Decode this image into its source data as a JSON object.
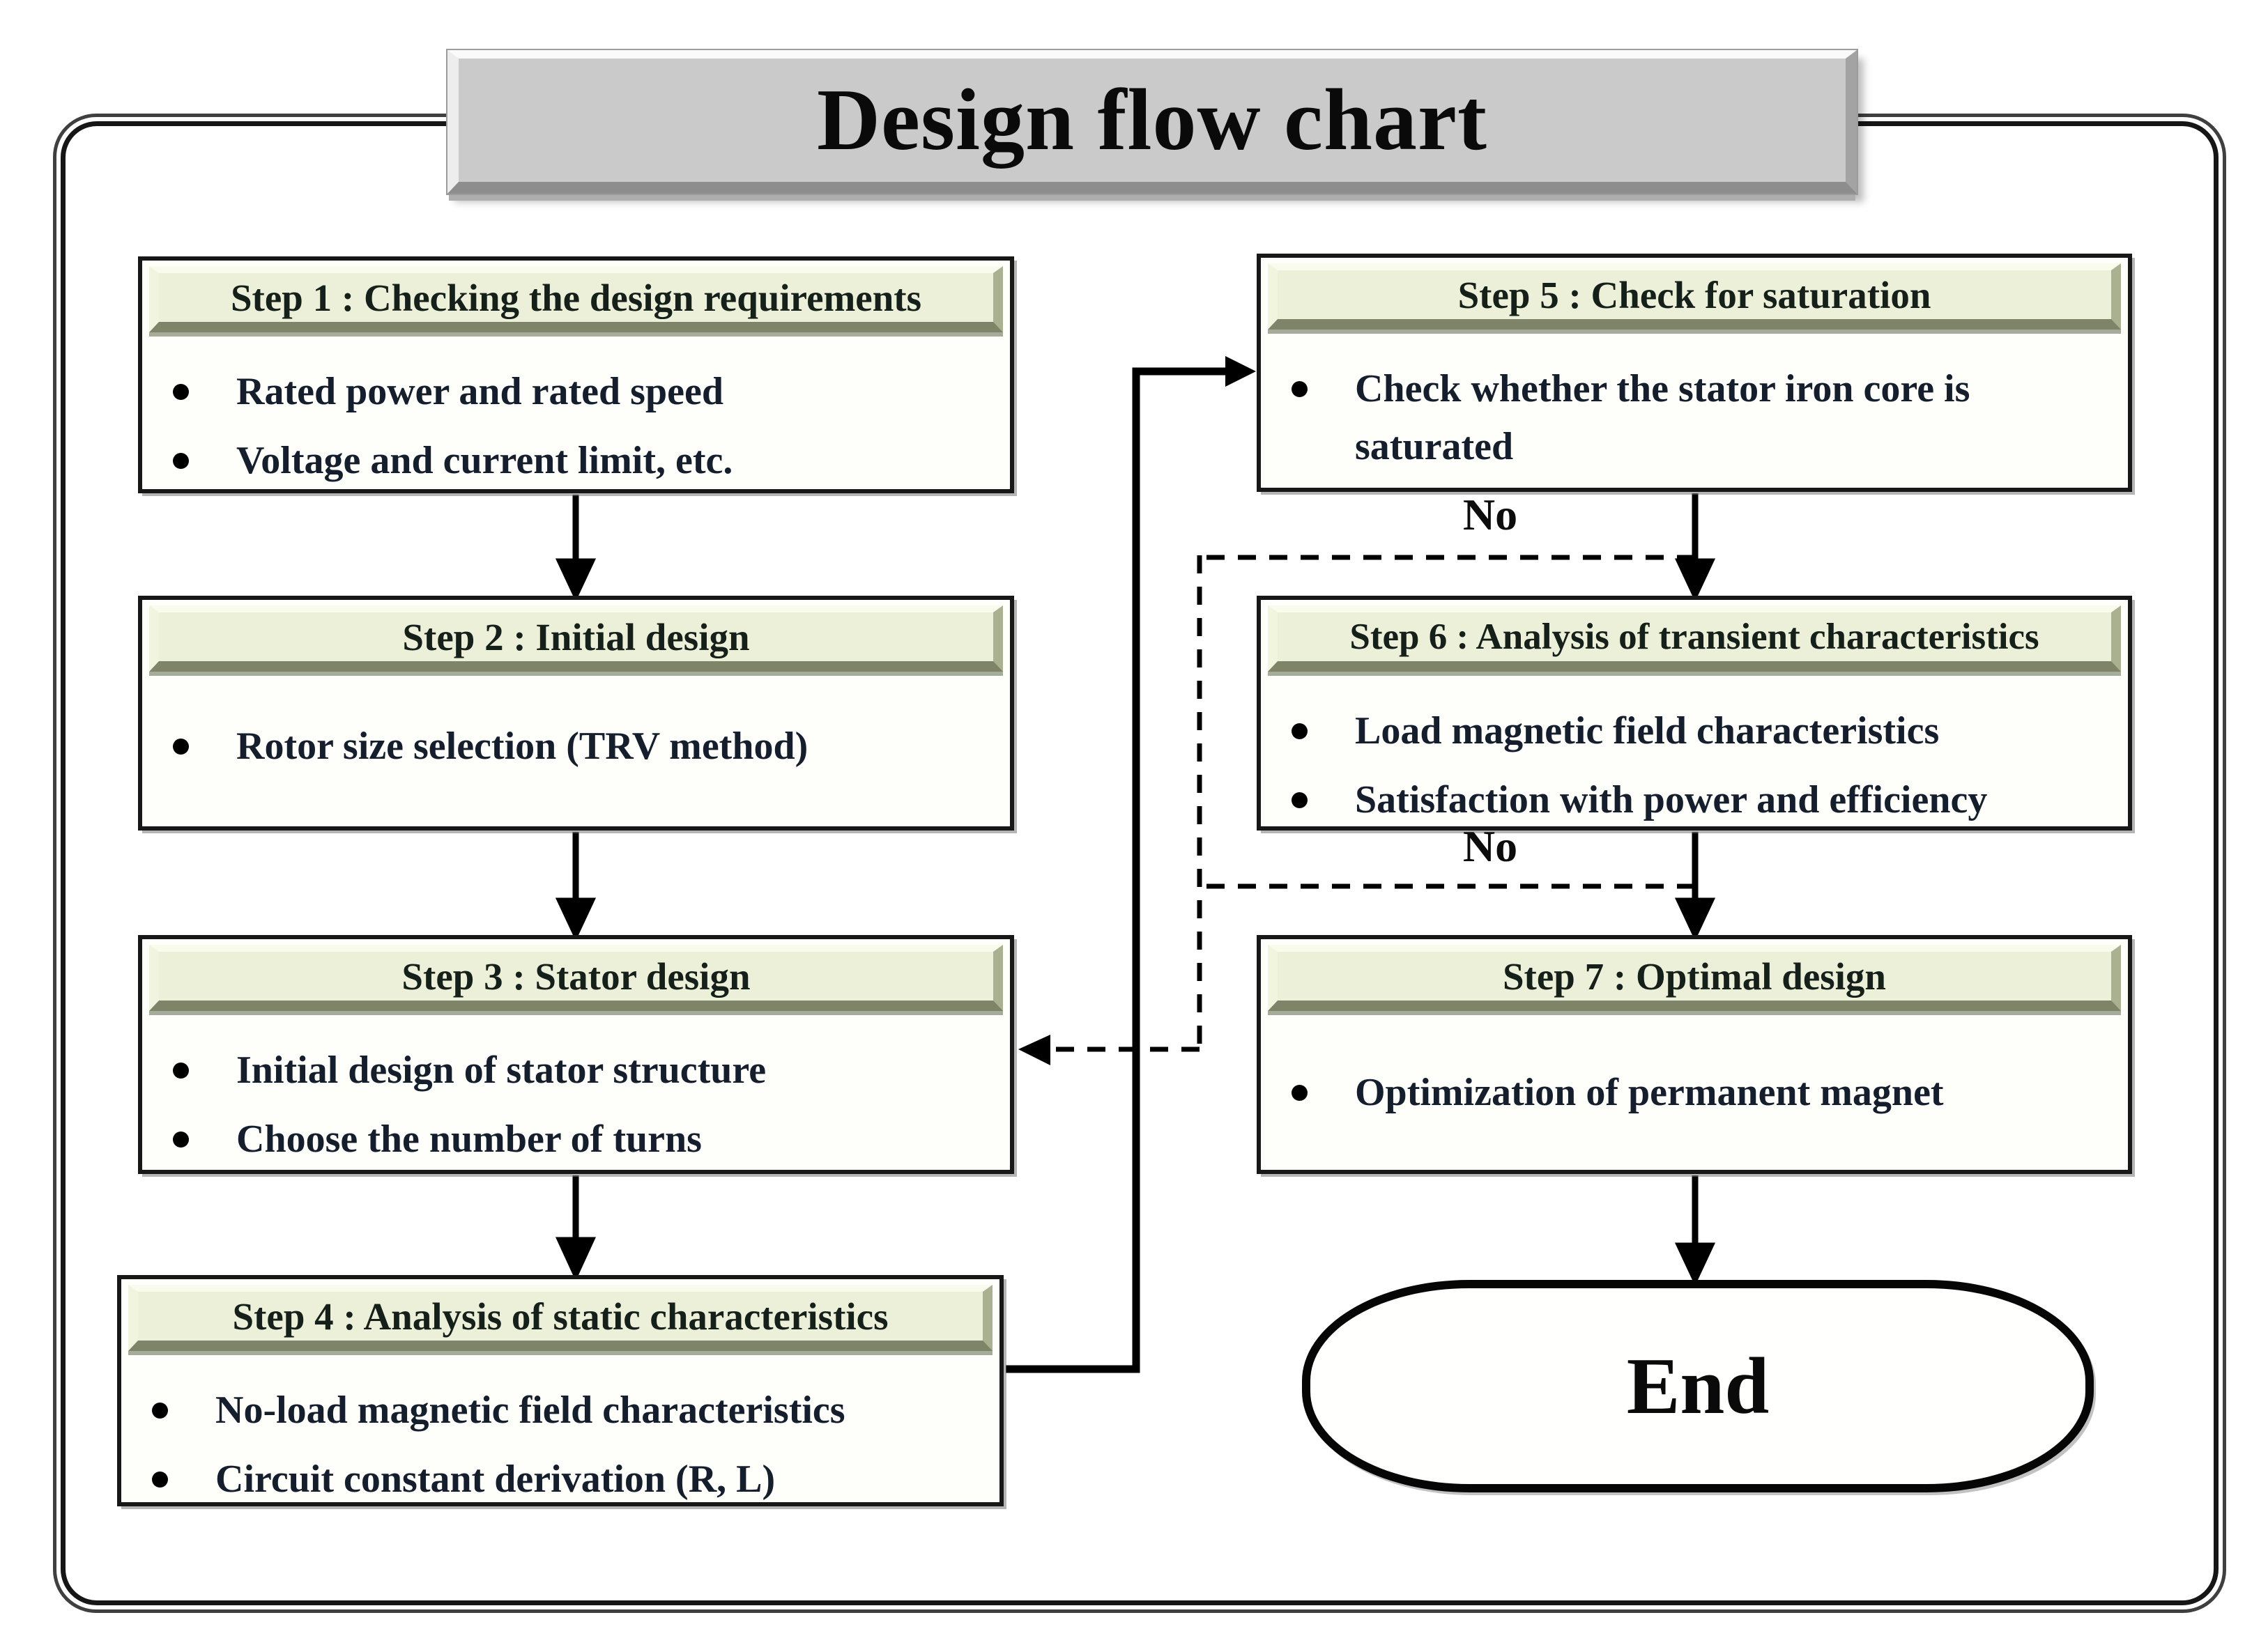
{
  "title": "Design flow chart",
  "steps": [
    {
      "id": 1,
      "header": "Step 1 : Checking the design requirements",
      "bullets": [
        "Rated power and rated speed",
        "Voltage and current limit, etc."
      ]
    },
    {
      "id": 2,
      "header": "Step 2 : Initial design",
      "bullets": [
        "Rotor size selection (TRV method)"
      ]
    },
    {
      "id": 3,
      "header": "Step 3 : Stator design",
      "bullets": [
        "Initial design of stator structure",
        "Choose the number of turns"
      ]
    },
    {
      "id": 4,
      "header": "Step 4 : Analysis of static characteristics",
      "bullets": [
        "No-load magnetic field characteristics",
        "Circuit constant derivation (R, L)"
      ]
    },
    {
      "id": 5,
      "header": "Step 5 : Check for saturation",
      "bullets": [
        "Check whether the stator iron core is saturated"
      ]
    },
    {
      "id": 6,
      "header": "Step 6 : Analysis of transient characteristics",
      "bullets": [
        "Load magnetic field characteristics",
        "Satisfaction with power and efficiency"
      ]
    },
    {
      "id": 7,
      "header": "Step 7 : Optimal design",
      "bullets": [
        "Optimization of permanent magnet"
      ]
    }
  ],
  "no_labels": {
    "after_step5": "No",
    "after_step6": "No"
  },
  "end_label": "End",
  "colors": {
    "header_fill": "#edf0d8",
    "header_bevel_dark": "#7d8468",
    "banner_fill": "#cacaca",
    "box_border": "#171717",
    "arrow": "#000000",
    "header_text": "#15201a",
    "body_text": "#141e2c"
  }
}
